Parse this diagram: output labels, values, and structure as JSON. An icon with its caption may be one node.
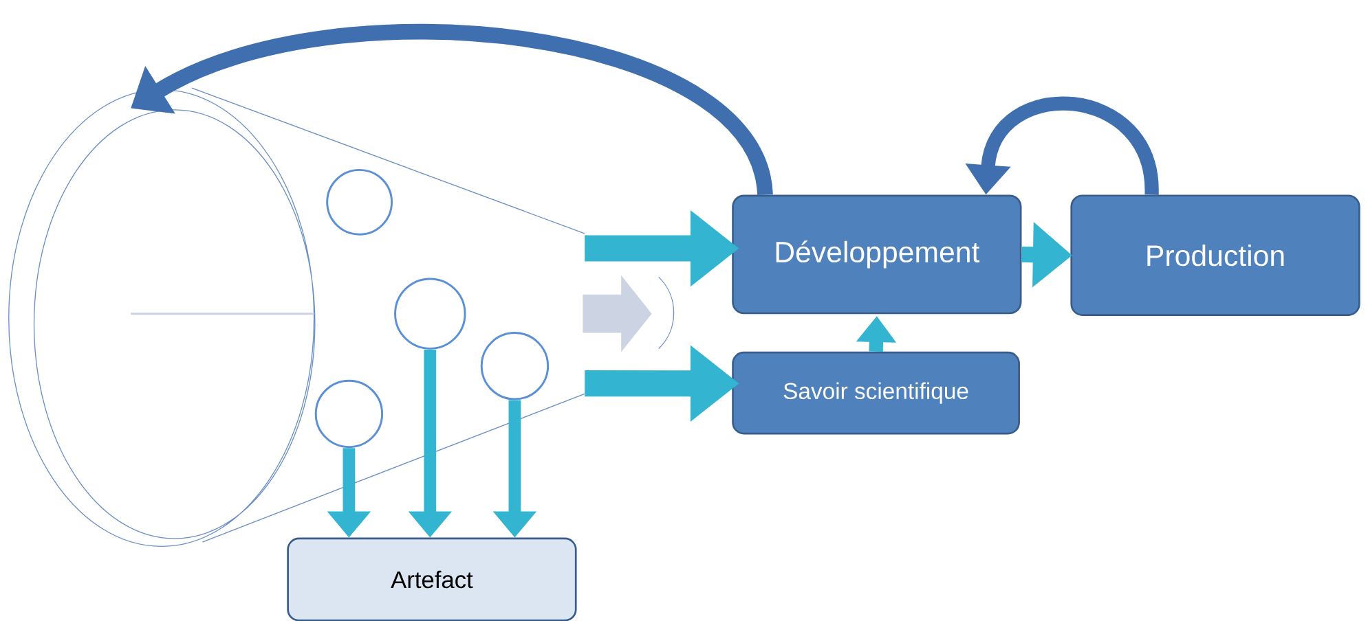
{
  "diagram": {
    "nodes": [
      {
        "text": [],
        "shape": "cone"
      },
      {
        "text": [],
        "shape": "circle",
        "in": 0
      },
      {
        "text": [],
        "shape": "circle",
        "in": 0
      },
      {
        "text": [],
        "shape": "circle",
        "in": 0
      },
      {
        "text": [],
        "shape": "circle",
        "in": 0
      },
      {
        "text": [
          "Développement"
        ]
      },
      {
        "text": [
          "Production"
        ]
      },
      {
        "text": [
          "Savoir scientifique"
        ]
      },
      {
        "text": [
          "Artefact"
        ]
      }
    ],
    "edges": [
      {
        "from": 0,
        "to": 5,
        "arrow": "to",
        "style": "thick"
      },
      {
        "from": 0,
        "to": 7,
        "arrow": "to",
        "style": "thick"
      },
      {
        "from": 7,
        "to": 5,
        "arrow": "to"
      },
      {
        "from": 5,
        "to": 6,
        "arrow": "to"
      },
      {
        "from": 6,
        "to": 5,
        "arrow": "to",
        "color": "#3f6fae"
      },
      {
        "from": 5,
        "to": 0,
        "arrow": "to",
        "color": "#3f6fae"
      },
      {
        "from": 4,
        "to": 8,
        "arrow": "to"
      },
      {
        "from": 2,
        "to": 8,
        "arrow": "to"
      },
      {
        "from": 3,
        "to": 8,
        "arrow": "to"
      }
    ]
  }
}
